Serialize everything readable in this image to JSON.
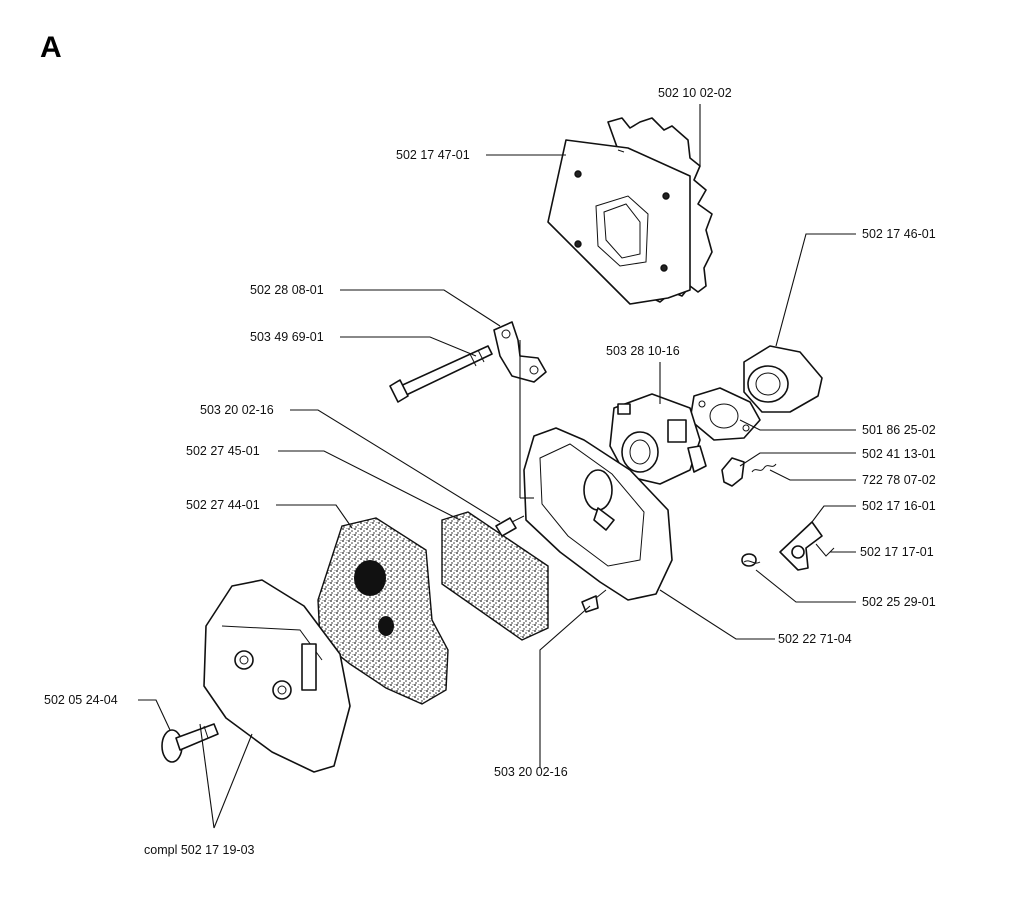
{
  "section": "A",
  "labels": {
    "gasket_top": "502 10 02-02",
    "insulator_plate": "502 17 47-01",
    "intake_manifold": "502 17 46-01",
    "bracket": "502 28 08-01",
    "bolt_long": "503 49 69-01",
    "carburetor": "503 28 10-16",
    "screw_upper": "503 20 02-16",
    "filter_inner": "502 27 45-01",
    "filter_outer": "502 27 44-01",
    "gasket_carb": "501 86 25-02",
    "clip": "502 41 13-01",
    "spring_small": "722 78 07-02",
    "lever": "502 17 16-01",
    "lever_clip": "502 17 17-01",
    "spring_torsion": "502 25 29-01",
    "filter_holder": "502 22 71-04",
    "knob": "502 05 24-04",
    "screw_lower": "503 20 02-16",
    "cover_compl": "compl 502 17 19-03"
  }
}
